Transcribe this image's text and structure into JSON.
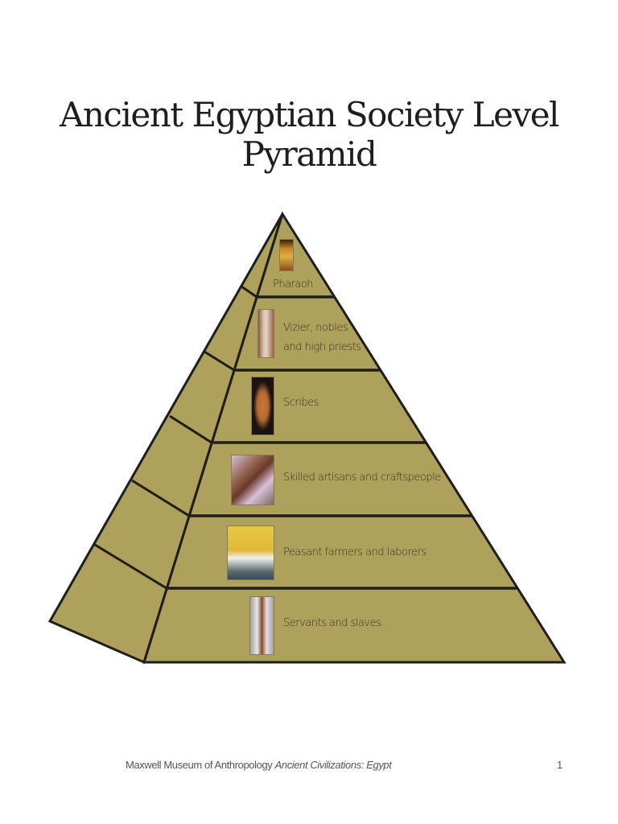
{
  "title": "Ancient Egyptian Society Level Pyramid",
  "pyramid": {
    "fill_color": "#ada15b",
    "outline_color": "#1e1e1e",
    "tiers": [
      {
        "label_line1": "",
        "label_line2": "Pharaoh",
        "image": "pharaoh-mask-image",
        "image_colors": [
          "#3a1e0a",
          "#c98a2a",
          "#e0b040"
        ]
      },
      {
        "label_line1": "Vizier, nobles",
        "label_line2": "and high priests",
        "image": "vizier-relief-image",
        "image_colors": [
          "#8a5a40",
          "#d8c8b0",
          "#a0604a"
        ]
      },
      {
        "label_line1": "Scribes",
        "label_line2": "",
        "image": "seated-scribe-statue-image",
        "image_colors": [
          "#1a1410",
          "#c8783a",
          "#f0e8e0"
        ]
      },
      {
        "label_line1": "Skilled artisans and craftspeople",
        "label_line2": "",
        "image": "artisans-wall-painting-image",
        "image_colors": [
          "#d8c0d8",
          "#6a3828",
          "#9a6a58"
        ]
      },
      {
        "label_line1": "Peasant farmers and laborers",
        "label_line2": "",
        "image": "farmer-plowing-painting-image",
        "image_colors": [
          "#e8c840",
          "#8a4a20",
          "#f0f0f0"
        ]
      },
      {
        "label_line1": "Servants and slaves",
        "label_line2": "",
        "image": "servant-figurine-image",
        "image_colors": [
          "#d0d0d0",
          "#8a4a30",
          "#a0a0a0"
        ]
      }
    ]
  },
  "footer": {
    "museum": "Maxwell Museum of Anthropology",
    "series": "Ancient Civilizations: Egypt",
    "page_number": "1"
  }
}
